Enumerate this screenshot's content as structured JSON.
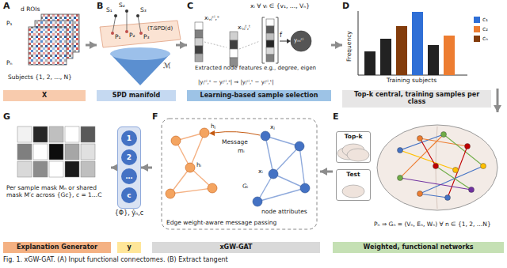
{
  "diagram": {
    "caption": "Fig. 1. xGW-GAT. (A) Input functional connectomes. (B) Extract tangent",
    "nodes": [
      {
        "text": [
          "A"
        ]
      },
      {
        "text": [
          "B"
        ]
      },
      {
        "text": [
          "C"
        ]
      },
      {
        "text": [
          "D"
        ]
      },
      {
        "text": [
          "X"
        ]
      },
      {
        "text": [
          "SPD manifold"
        ]
      },
      {
        "text": [
          "Learning-based sample selection"
        ]
      },
      {
        "text": [
          "Top-k central, training samples per class"
        ]
      },
      {
        "text": [
          "G"
        ]
      },
      {
        "text": [
          "{Φ}, ŷₙ,c"
        ]
      },
      {
        "text": [
          "1"
        ],
        "in": 9
      },
      {
        "text": [
          "2"
        ],
        "in": 9
      },
      {
        "text": [
          "…"
        ],
        "in": 9
      },
      {
        "text": [
          "c"
        ],
        "in": 9
      },
      {
        "text": [
          "F"
        ]
      },
      {
        "text": [
          "E"
        ]
      },
      {
        "text": [
          "Top-k"
        ],
        "in": 15
      },
      {
        "text": [
          "Test"
        ],
        "in": 15
      },
      {
        "text": [
          "Explanation Generator"
        ]
      },
      {
        "text": [
          "y"
        ]
      },
      {
        "text": [
          "xGW-GAT"
        ]
      },
      {
        "text": [
          "Weighted, functional networks"
        ]
      }
    ],
    "edges": [
      {
        "from": 0,
        "to": 1,
        "arrow": "to"
      },
      {
        "from": 1,
        "to": 2,
        "arrow": "to"
      },
      {
        "from": 2,
        "to": 3,
        "arrow": "to"
      },
      {
        "from": 3,
        "to": 15,
        "arrow": "to"
      },
      {
        "from": 15,
        "to": 14,
        "arrow": "to"
      },
      {
        "from": 14,
        "to": 9,
        "arrow": "to"
      },
      {
        "from": 9,
        "to": 8,
        "arrow": "to"
      }
    ],
    "labels": [
      "d ROIs",
      "P₁",
      "Pₙ",
      "Subjects {1, 2, …, N}",
      "S₁",
      "S₂",
      "S₃",
      "P₁",
      "P₂",
      "P₃",
      "ℳ",
      "(TᵢSPD(d)",
      "xᵢ ∀ vᵢ ∈ {v₁, …, Vₙ}",
      "xᵢ,ⱼᶜⁱ,ˢ",
      "xᵢ,ⱼᵗ,ᵗ",
      "f",
      "yₘᶜⁱ",
      "Extracted node features e.g., degree, eigen",
      "|yⱼᶜⁱ,ˢ − yᵢᶜⁱ,ˢ| ⇒ |yⱼᶜⁱ,ᵗ − yᵢᶜⁱ,ᵗ|",
      "Frequency",
      "Training subjects",
      "Per sample mask Mₙ or shared mask M′c across {Gc}, c = 1…C",
      "hᵢ",
      "hⱼ",
      "Message",
      "mᵢ",
      "xᵢ",
      "xⱼ",
      "node attributes",
      "Gᵢ",
      "Edge weight-aware message passing",
      "Pₙ ⇒ Gₙ = (Vₙ, Eₙ, Wₙ) ∀ n ∈ {1, 2, …N}"
    ],
    "legend": [
      {
        "text": "c₁",
        "color": "#2f6fd6"
      },
      {
        "text": "c₂",
        "color": "#ed7d31"
      },
      {
        "text": "cₙ",
        "color": "#833c0b"
      }
    ]
  }
}
